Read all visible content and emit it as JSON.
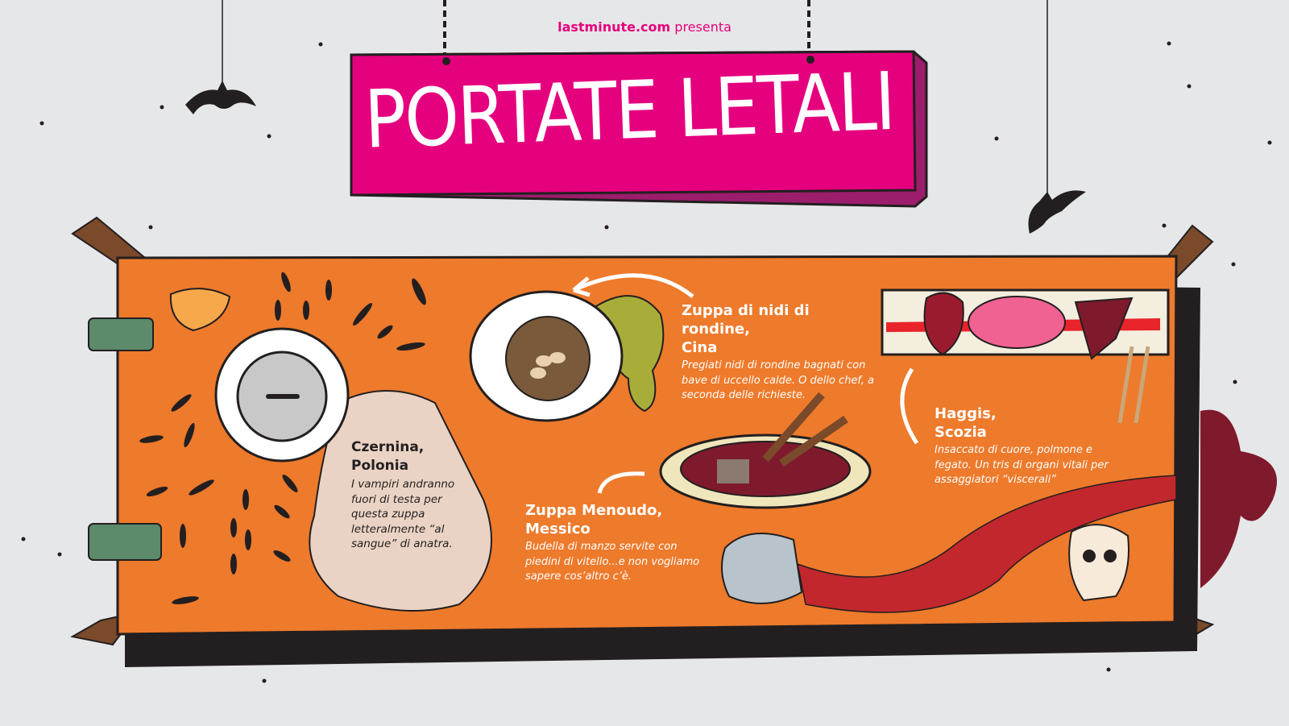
{
  "header": {
    "brand": "lastminute.com",
    "presents": "presenta",
    "title": "PORTATE LETALI"
  },
  "dishes": [
    {
      "name": "Czernina,",
      "country": "Polonia",
      "description": "I vampiri andranno fuori di testa per questa zuppa letteralmente “al sangue” di anatra."
    },
    {
      "name": "Zuppa di nidi di rondine,",
      "country": "Cina",
      "description": "Pregiati nidi di rondine bagnati con bave di uccello calde. O dello chef, a seconda delle richieste."
    },
    {
      "name": "Zuppa Menoudo,",
      "country": "Messico",
      "description": "Budella di manzo servite con piedini di vitello...e non vogliamo sapere cos’altro c’è."
    },
    {
      "name": "Haggis,",
      "country": "Scozia",
      "description": "Insaccato di cuore, polmone e fegato. Un tris di organi vitali per assaggiatori “viscerali”"
    }
  ],
  "colors": {
    "brand": "#e5007e",
    "table": "#ee7a2b",
    "blood": "#c1272d",
    "background": "#e6e7e8"
  }
}
